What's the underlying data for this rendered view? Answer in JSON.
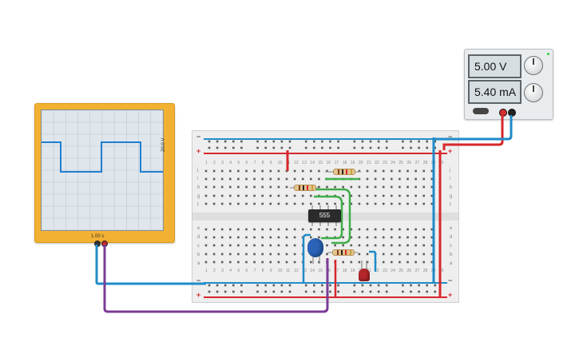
{
  "oscilloscope": {
    "time_per_div": "1.00 s",
    "volts_per_div": "20.0 V"
  },
  "power_supply": {
    "voltage_display": "5.00 V",
    "current_display": "5.40 mA",
    "led_color": "#33cc33"
  },
  "breadboard": {
    "rail_plus": "+",
    "rail_minus": "−",
    "rail_minus_ascii": "|",
    "upper_letters": [
      "j",
      "i",
      "h",
      "g",
      "f"
    ],
    "lower_letters": [
      "e",
      "d",
      "c",
      "b",
      "a"
    ],
    "column_numbers": [
      "1",
      "2",
      "3",
      "4",
      "5",
      "6",
      "7",
      "8",
      "9",
      "10",
      "11",
      "12",
      "13",
      "14",
      "15",
      "16",
      "17",
      "18",
      "19",
      "20",
      "21",
      "22",
      "23",
      "24",
      "25",
      "26",
      "27",
      "28",
      "29",
      "30"
    ]
  },
  "ic": {
    "label": "555"
  },
  "wire_colors": {
    "red": "#d8272c",
    "blue": "#1f8bc9",
    "green": "#3fae49",
    "purple": "#7b3c96",
    "black": "#222222"
  }
}
